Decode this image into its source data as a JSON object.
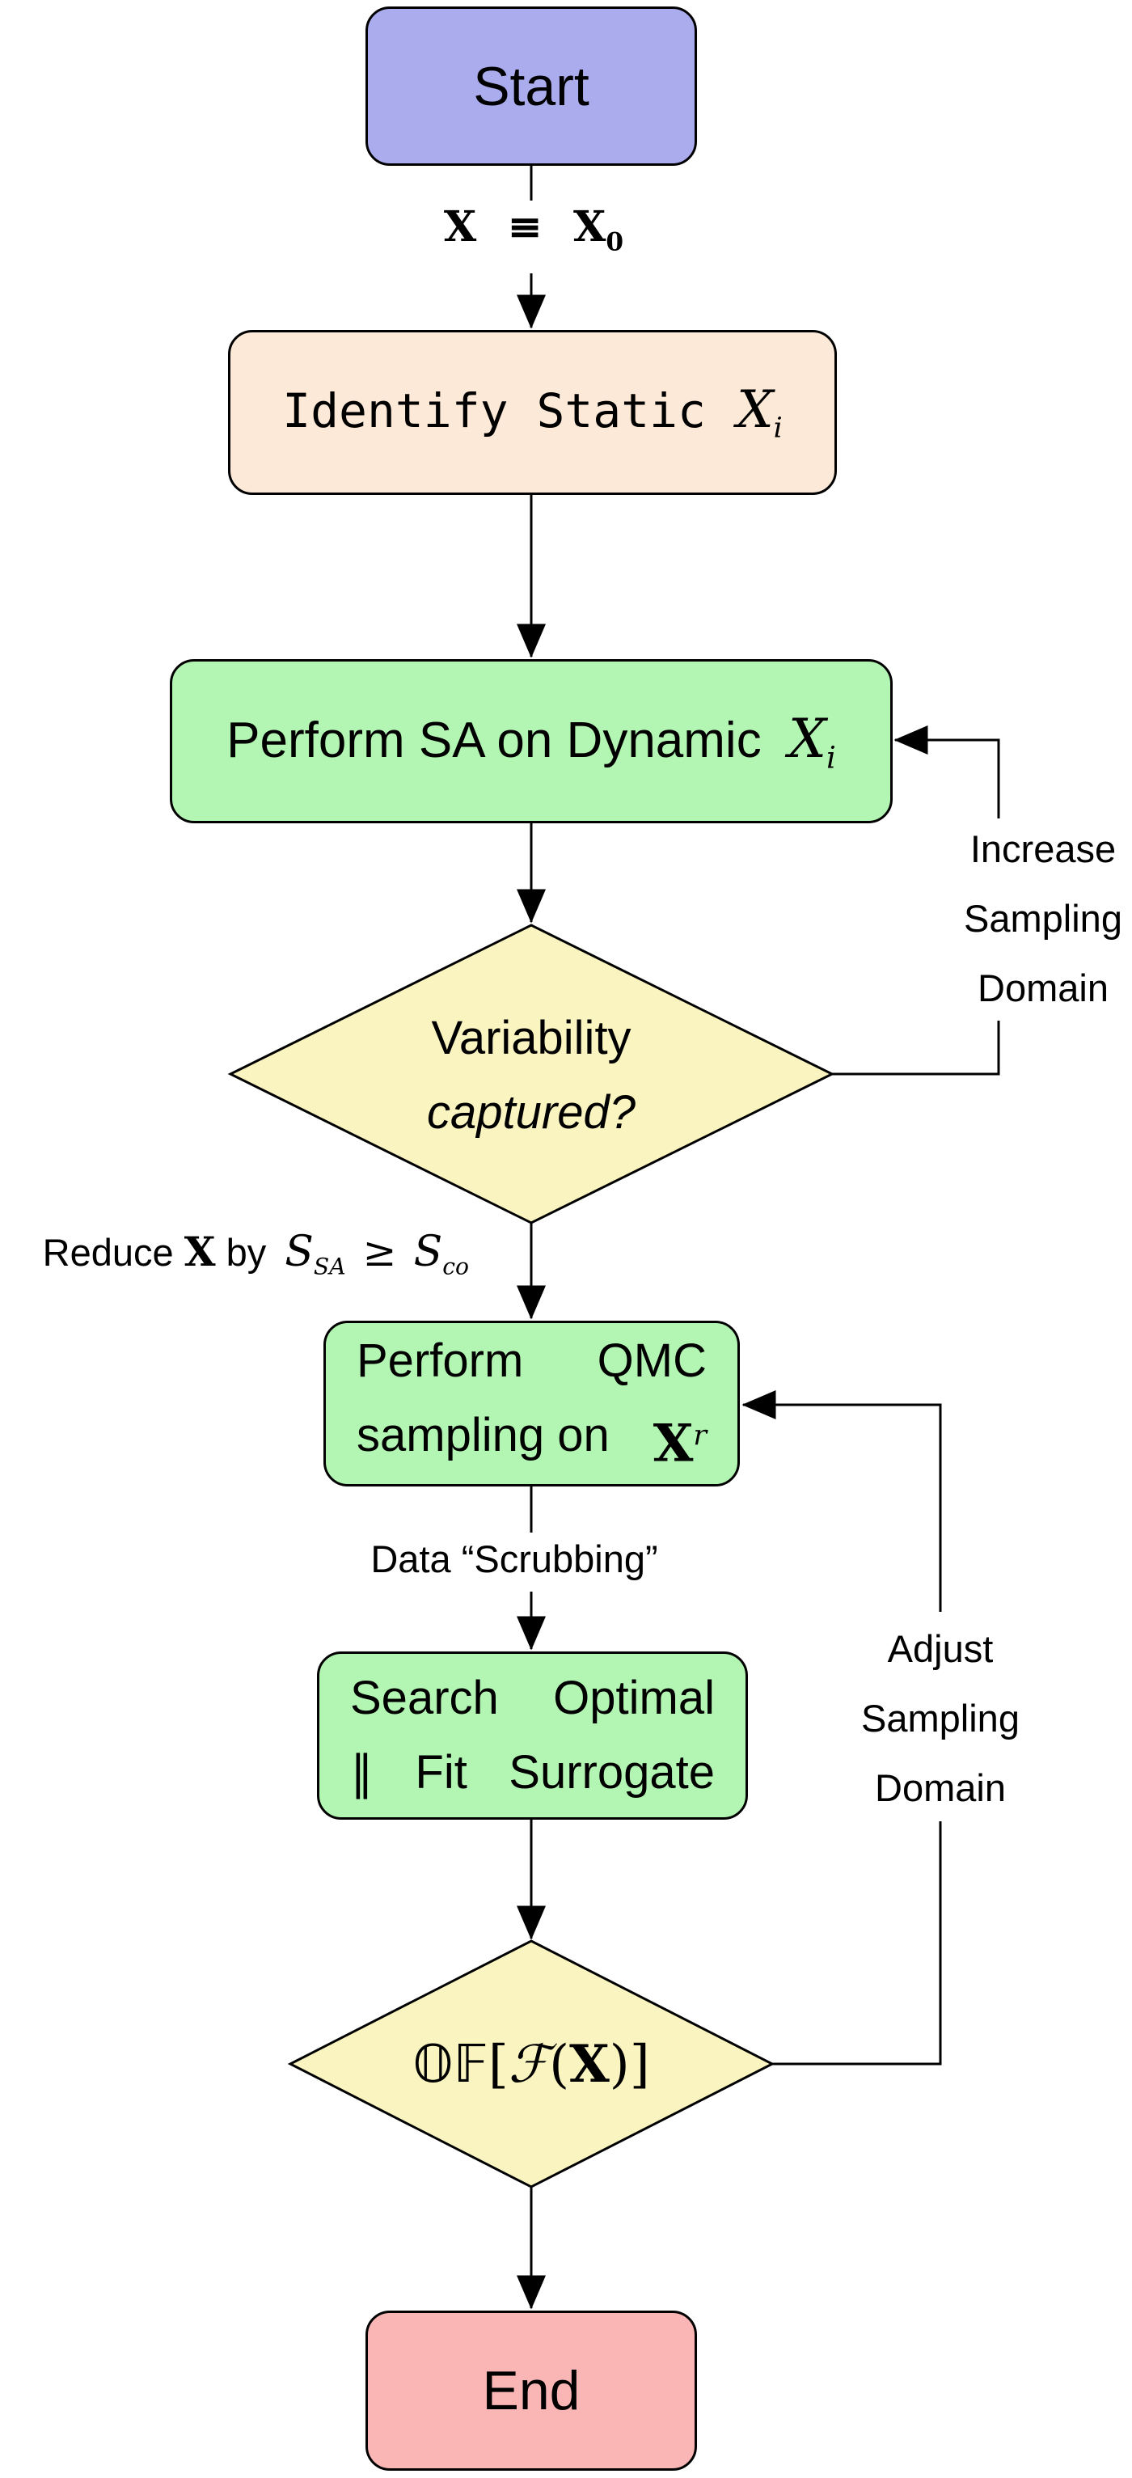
{
  "colors": {
    "node_blue": "#ABACEE",
    "node_peach": "#FCE9D7",
    "node_green": "#B3F6B3",
    "node_yellow": "#FAF5C0",
    "node_pink": "#FAB5B5",
    "stroke": "#000000"
  },
  "nodes": {
    "start": {
      "label": "Start"
    },
    "identify": {
      "mono": "Identify Static",
      "var": "X",
      "sub": "i"
    },
    "sa": {
      "text": "Perform SA on Dynamic",
      "var": "X",
      "sub": "i"
    },
    "decision1": {
      "line1": "Variability",
      "line2": "captured?"
    },
    "qmc": {
      "l1a": "Perform",
      "l1b": "QMC",
      "l2": "sampling on",
      "var": "X",
      "sup": "r"
    },
    "search": {
      "l1a": "Search",
      "l1b": "Optimal",
      "l2a": "∥",
      "l2b": "Fit",
      "l2c": "Surrogate"
    },
    "decision2": {
      "ds": "𝕆𝔽",
      "lbracket": "[",
      "script_f": "ℱ",
      "lparen": "(",
      "var": "X",
      "close": ")]"
    },
    "end": {
      "label": "End"
    }
  },
  "edge_labels": {
    "init": {
      "var1": "X",
      "equiv": "≡",
      "var2": "X",
      "sub": "0"
    },
    "reduce": {
      "t1": "Reduce",
      "var": "X",
      "t2": "by",
      "s1": "S",
      "s1sub": "SA",
      "geq": "≥",
      "s2": "S",
      "s2sub": "co"
    },
    "scrub": {
      "text": "Data “Scrubbing”"
    },
    "increase": {
      "l1": "Increase",
      "l2": "Sampling",
      "l3": "Domain"
    },
    "adjust": {
      "l1": "Adjust",
      "l2": "Sampling",
      "l3": "Domain"
    }
  }
}
